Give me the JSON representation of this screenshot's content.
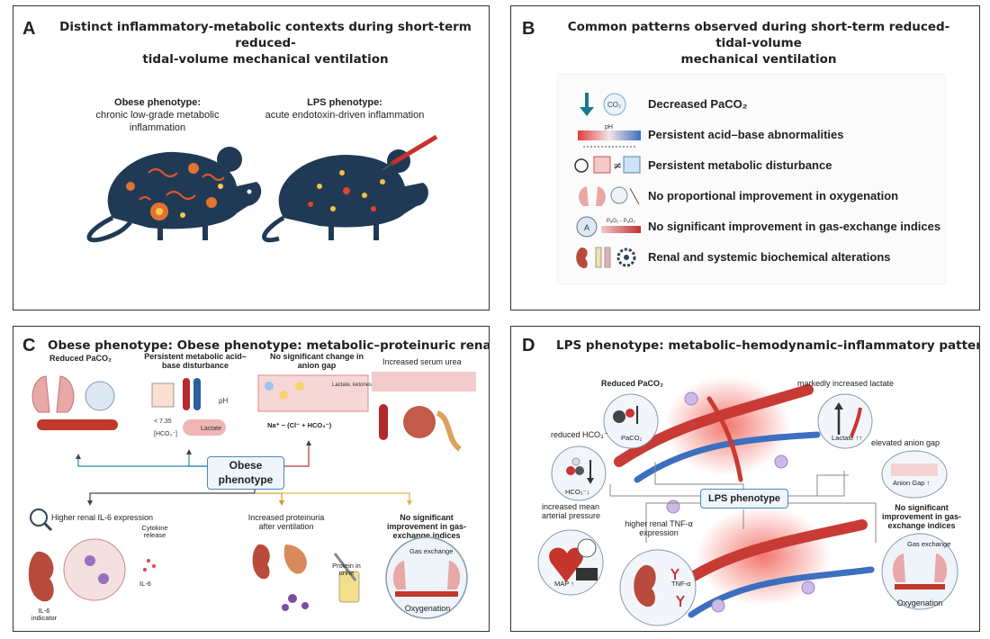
{
  "panelA": {
    "letter": "A",
    "title_line1": "Distinct inflammatory-metabolic contexts during short-term reduced-",
    "title_line2": "tidal-volume mechanical ventilation",
    "obese_title": "Obese phenotype:",
    "obese_desc": "chronic low-grade metabolic inflammation",
    "lps_title": "LPS phenotype:",
    "lps_desc": "acute endotoxin-driven inflammation"
  },
  "panelB": {
    "letter": "B",
    "title_line1": "Common patterns observed during short-term reduced-tidal-volume",
    "title_line2": "mechanical ventilation",
    "items": [
      {
        "label": "Decreased PaCO₂",
        "icon": "arrow-down-co2-icon"
      },
      {
        "label": "Persistent acid–base abnormalities",
        "icon": "ph-scale-icon"
      },
      {
        "label": "Persistent metabolic disturbance",
        "icon": "not-equal-icon"
      },
      {
        "label": "No proportional improvement in oxygenation",
        "icon": "lungs-o2-icon"
      },
      {
        "label": "No significant improvement in gas-exchange indices",
        "icon": "alveolus-gradient-icon"
      },
      {
        "label": "Renal and systemic biochemical alterations",
        "icon": "kidney-gear-icon"
      }
    ],
    "icon_texts": {
      "co2": "CO₂",
      "ph": "pH",
      "pao2": "PₐO₂ - PₐO₂"
    }
  },
  "panelC": {
    "letter": "C",
    "title": "Obese phenotype: Obese phenotype: metabolic–proteinuric renal pattern",
    "center": "Obese phenotype",
    "reduced_paco2": "Reduced PaCO₂",
    "acid_base": "Persistent metabolic acid–base disturbance",
    "ph": "pH",
    "lt735": "< 7.35",
    "hco3": "[HCO₃⁻]",
    "lactate": "Lactate",
    "anion_gap": "No significant change in anion gap",
    "ag_formula": "Na⁺ − (Cl⁻ + HCO₃⁻)",
    "lactate_ketones": "Lactate, ketones",
    "serum_urea": "Increased serum urea",
    "il6_expr": "Higher renal IL-6 expression",
    "il6_indicator": "IL-6 indicator",
    "cytokine_release": "Cytokine release",
    "il6": "IL-6",
    "proteinuria": "Increased proteinuria after ventilation",
    "protein_urine": "Protein in urine",
    "no_improvement": "No significant improvement in gas-exchange indices",
    "gas_exchange": "Gas exchange",
    "oxygenation": "Oxygenation"
  },
  "panelD": {
    "letter": "D",
    "title": "LPS phenotype: metabolic–hemodynamic–inflammatory pattern",
    "center": "LPS phenotype",
    "reduced_paco2": "Reduced PaCO₂",
    "paco2_small": "PaCO₂",
    "lactate_up": "markedly increased lactate",
    "lactate_small": "Lactate ↑↑",
    "hco3_down": "reduced HCO₃⁻",
    "hco3_small": "HCO₃⁻↓",
    "anion_gap": "elevated anion gap",
    "anion_small": "Anion Gap ↑",
    "map": "increased mean arterial pressure",
    "map_small": "MAP ↑",
    "tnf": "higher renal TNF-α expression",
    "tnf_small": "TNF-α",
    "no_improvement": "No significant improvement in gas-exchange indices",
    "gas_exchange": "Gas exchange",
    "oxygenation": "Oxygenation"
  },
  "colors": {
    "navy": "#1f3550",
    "red": "#d9343a",
    "blue": "#3f7fc0",
    "border": "#333333"
  }
}
